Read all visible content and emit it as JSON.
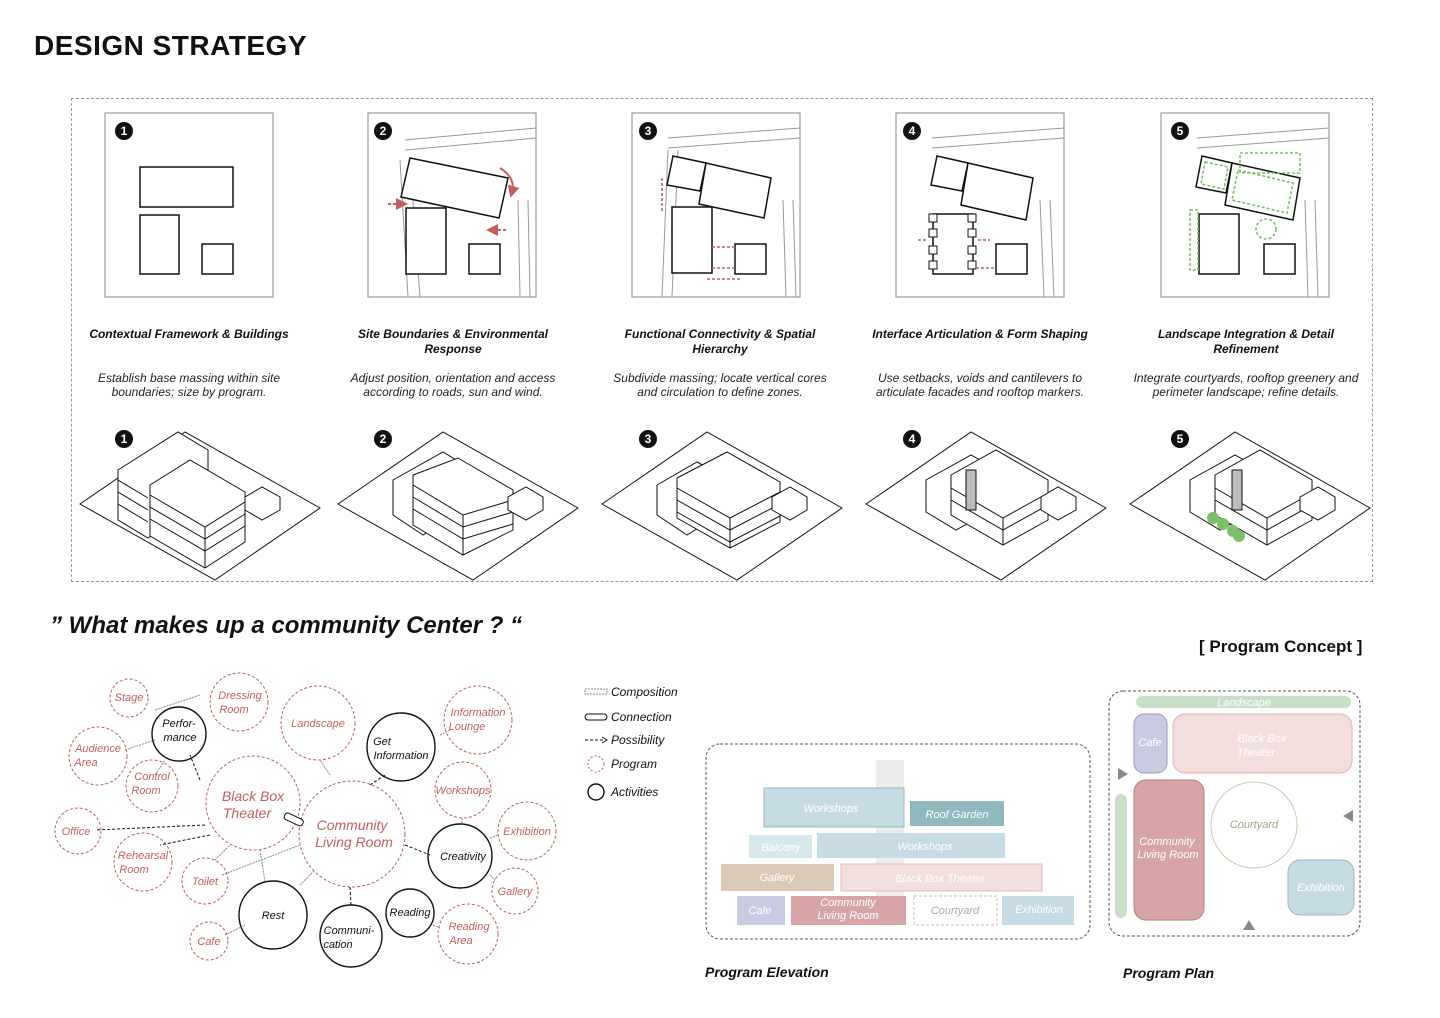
{
  "page": {
    "title": "DESIGN STRATEGY"
  },
  "steps": [
    {
      "num": "1",
      "title": "Contextual Framework & Buildings",
      "desc": "Establish base massing within site boundaries; size by program."
    },
    {
      "num": "2",
      "title": "Site Boundaries & Environmental Response",
      "desc": "Adjust position, orientation and access according to roads, sun and wind."
    },
    {
      "num": "3",
      "title": "Functional Connectivity & Spatial Hierarchy",
      "desc": "Subdivide massing; locate vertical cores and circulation to define zones."
    },
    {
      "num": "4",
      "title": "Interface Articulation & Form Shaping",
      "desc": "Use setbacks, voids and cantilevers to articulate facades and rooftop markers."
    },
    {
      "num": "5",
      "title": "Landscape Integration & Detail Refinement",
      "desc": "Integrate courtyards, rooftop greenery and perimeter landscape; refine details."
    }
  ],
  "question": "” What makes up a community Center ? “",
  "program_concept": "[ Program Concept ]",
  "bubbles": {
    "program": [
      "Stage",
      "Dressing Room",
      "Audience Area",
      "Control Room",
      "Landscape",
      "Information Lounge",
      "Black Box Theater",
      "Community Living Room",
      "Workshops",
      "Exhibition",
      "Office",
      "Rehearsal Room",
      "Toilet",
      "Gallery",
      "Reading Area",
      "Cafe"
    ],
    "activities": [
      "Perfor- mance",
      "Get Information",
      "Creativity",
      "Rest",
      "Communi- cation",
      "Reading"
    ]
  },
  "legend": {
    "composition": "Composition",
    "connection": "Connection",
    "possibility": "Possibility",
    "program": "Program",
    "activities": "Activities"
  },
  "elevation": {
    "label": "Program Elevation",
    "blocks": [
      "Workshops",
      "Roof Garden",
      "Balcony",
      "Workshops",
      "Gallery",
      "Black Box Theater",
      "Cafe",
      "Community Living Room",
      "Courtyard",
      "Exhibition"
    ]
  },
  "plan": {
    "label": "Program Plan",
    "blocks": [
      "Landscape",
      "Cafe",
      "Black Box Theater",
      "Community Living Room",
      "Courtyard",
      "Exhibition"
    ]
  },
  "colors": {
    "red": "#c0605c",
    "green": "#7bbf6a",
    "blue": "#b7d0dc",
    "teal": "#8fb9be"
  }
}
